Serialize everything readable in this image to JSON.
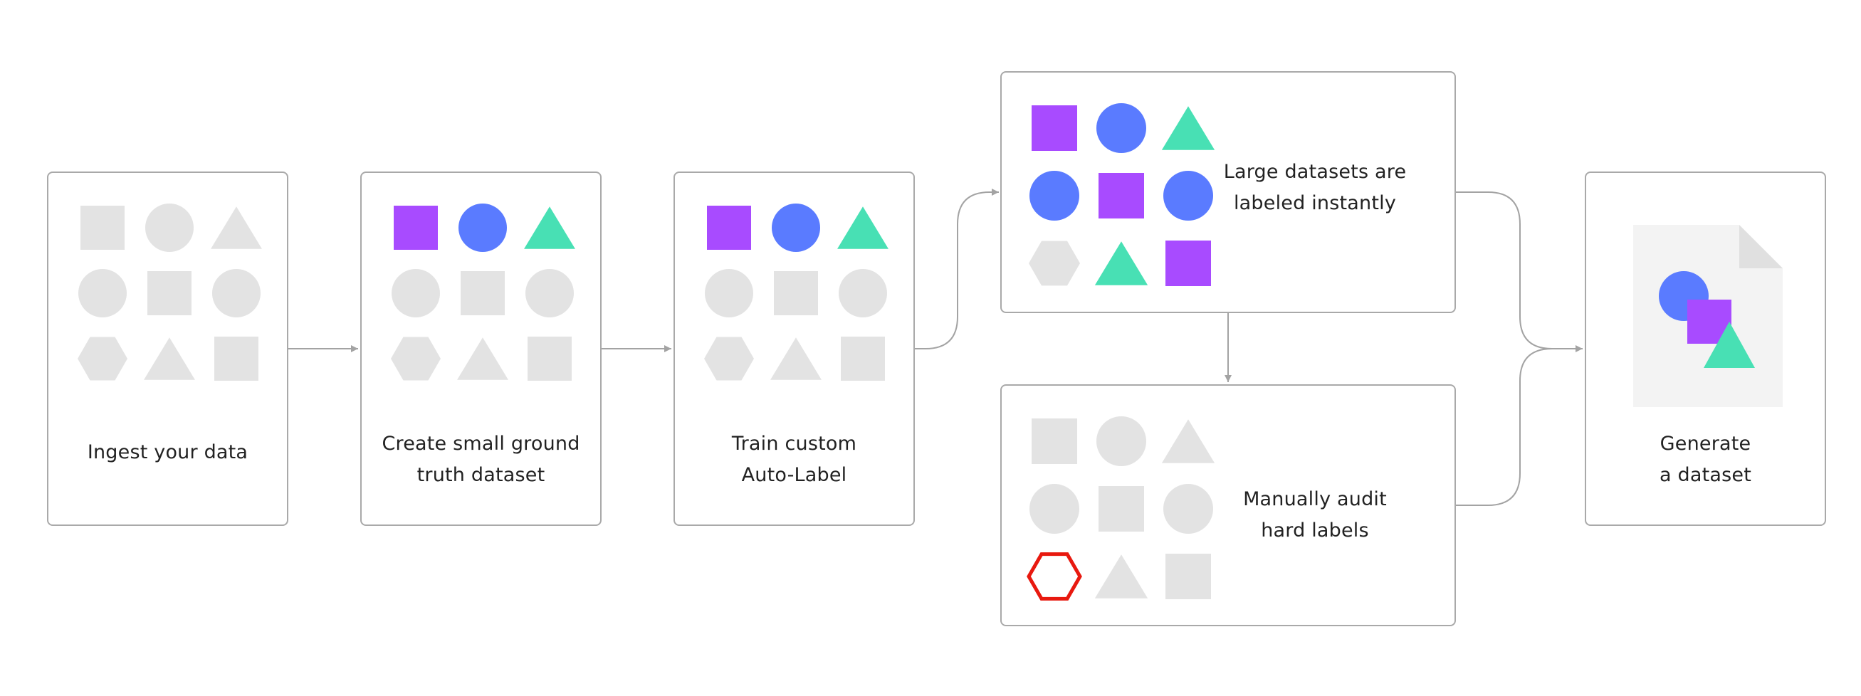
{
  "colors": {
    "border": "#a9a9a9",
    "placeholder": "#e3e3e3",
    "purple": "#a84bff",
    "blue": "#5a7bff",
    "teal": "#48e0b4",
    "error": "#e8190f",
    "document": "#f3f3f3",
    "connector": "#a3a3a3"
  },
  "steps": [
    {
      "id": "ingest",
      "lines": [
        "Ingest your data"
      ]
    },
    {
      "id": "ground-truth",
      "lines": [
        "Create small ground",
        "truth dataset"
      ]
    },
    {
      "id": "train",
      "lines": [
        "Train custom",
        "Auto-Label"
      ]
    },
    {
      "id": "large",
      "lines": [
        "Large datasets are",
        "labeled instantly"
      ]
    },
    {
      "id": "audit",
      "lines": [
        "Manually audit",
        "hard labels"
      ]
    },
    {
      "id": "generate",
      "lines": [
        "Generate",
        "a dataset"
      ]
    }
  ],
  "grids": {
    "ingest": [
      [
        "square",
        "grey"
      ],
      [
        "circle",
        "grey"
      ],
      [
        "triangle",
        "grey"
      ],
      [
        "circle",
        "grey"
      ],
      [
        "square",
        "grey"
      ],
      [
        "circle",
        "grey"
      ],
      [
        "hexagon",
        "grey"
      ],
      [
        "triangle",
        "grey"
      ],
      [
        "square",
        "grey"
      ]
    ],
    "ground-truth": [
      [
        "square",
        "purple"
      ],
      [
        "circle",
        "blue"
      ],
      [
        "triangle",
        "teal"
      ],
      [
        "circle",
        "grey"
      ],
      [
        "square",
        "grey"
      ],
      [
        "circle",
        "grey"
      ],
      [
        "hexagon",
        "grey"
      ],
      [
        "triangle",
        "grey"
      ],
      [
        "square",
        "grey"
      ]
    ],
    "train": [
      [
        "square",
        "purple"
      ],
      [
        "circle",
        "blue"
      ],
      [
        "triangle",
        "teal"
      ],
      [
        "circle",
        "grey"
      ],
      [
        "square",
        "grey"
      ],
      [
        "circle",
        "grey"
      ],
      [
        "hexagon",
        "grey"
      ],
      [
        "triangle",
        "grey"
      ],
      [
        "square",
        "grey"
      ]
    ],
    "large": [
      [
        "square",
        "purple"
      ],
      [
        "circle",
        "blue"
      ],
      [
        "triangle",
        "teal"
      ],
      [
        "circle",
        "blue"
      ],
      [
        "square",
        "purple"
      ],
      [
        "circle",
        "blue"
      ],
      [
        "hexagon",
        "grey"
      ],
      [
        "triangle",
        "teal"
      ],
      [
        "square",
        "purple"
      ]
    ],
    "audit": [
      [
        "square",
        "grey"
      ],
      [
        "circle",
        "grey"
      ],
      [
        "triangle",
        "grey"
      ],
      [
        "circle",
        "grey"
      ],
      [
        "square",
        "grey"
      ],
      [
        "circle",
        "grey"
      ],
      [
        "hexagon",
        "error-outline"
      ],
      [
        "triangle",
        "grey"
      ],
      [
        "square",
        "grey"
      ]
    ]
  },
  "output_icon": [
    "document",
    "circle-blue",
    "square-purple",
    "triangle-teal"
  ]
}
